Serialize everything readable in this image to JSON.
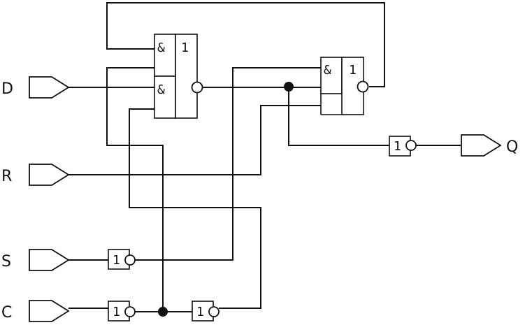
{
  "ports": {
    "d": "D",
    "r": "R",
    "s": "S",
    "c": "C",
    "q": "Q"
  },
  "gates": {
    "and_symbol": "&",
    "or_symbol": "1",
    "not_symbol": "1"
  }
}
